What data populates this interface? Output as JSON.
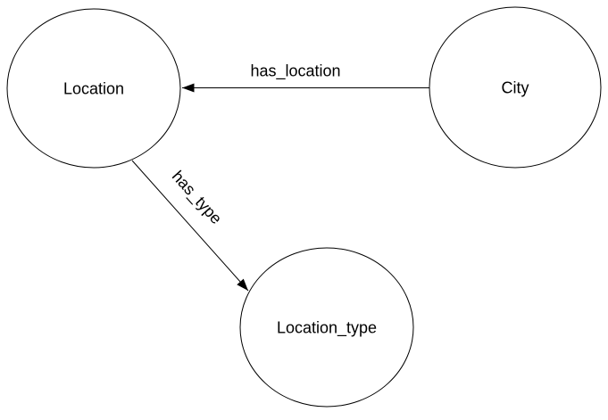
{
  "diagram": {
    "background_color": "#ffffff",
    "line_color": "#000000",
    "text_color": "#000000",
    "nodes": [
      {
        "id": "location",
        "label": "Location",
        "shape": "ellipse"
      },
      {
        "id": "city",
        "label": "City",
        "shape": "ellipse"
      },
      {
        "id": "location_type",
        "label": "Location_type",
        "shape": "ellipse"
      }
    ],
    "edges": [
      {
        "id": "has_location",
        "label": "has_location",
        "source": "City",
        "target": "Location",
        "direction": "arrow-to-target"
      },
      {
        "id": "has_type",
        "label": "has_type",
        "source": "Location",
        "target": "Location_type",
        "direction": "arrow-to-target"
      }
    ]
  }
}
